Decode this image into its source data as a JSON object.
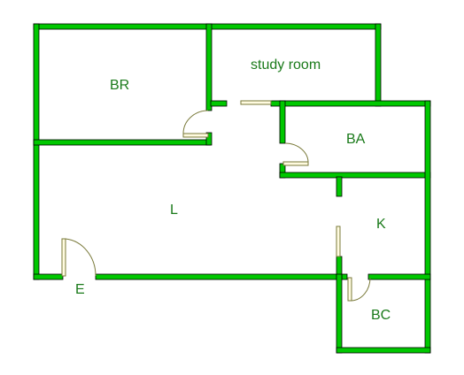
{
  "rooms": {
    "bedroom": "BR",
    "study": "study room",
    "bathroom": "BA",
    "living": "L",
    "kitchen": "K",
    "bathroom_closet": "BC",
    "entrance": "E"
  },
  "colors": {
    "wall": "#00c800",
    "wall_outline": "#000000",
    "label": "#1a7a1a",
    "door": "#7a7a3a",
    "door_fill": "#fffbe0"
  }
}
